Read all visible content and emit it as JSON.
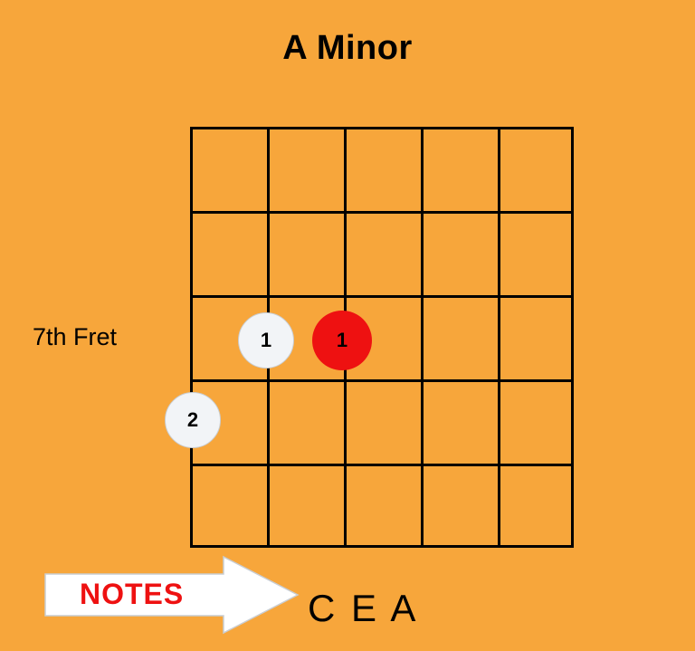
{
  "title": "A Minor",
  "fret_label": "7th Fret",
  "notes_label": "NOTES",
  "notes_value": "C E A",
  "colors": {
    "background": "#F7A63B",
    "line": "#000000",
    "dot_white": "#F2F4F7",
    "dot_red": "#EE1111",
    "notes_text": "#EE1111",
    "arrow_fill": "#FFFFFF"
  },
  "diagram": {
    "type": "chord-chart",
    "strings": 5,
    "frets": 5,
    "dots": [
      {
        "label": "1",
        "style": "white",
        "string": 2,
        "fret": 3
      },
      {
        "label": "1",
        "style": "red",
        "string": 3,
        "fret": 3
      },
      {
        "label": "2",
        "style": "white",
        "string": 1,
        "fret": 4
      }
    ]
  }
}
